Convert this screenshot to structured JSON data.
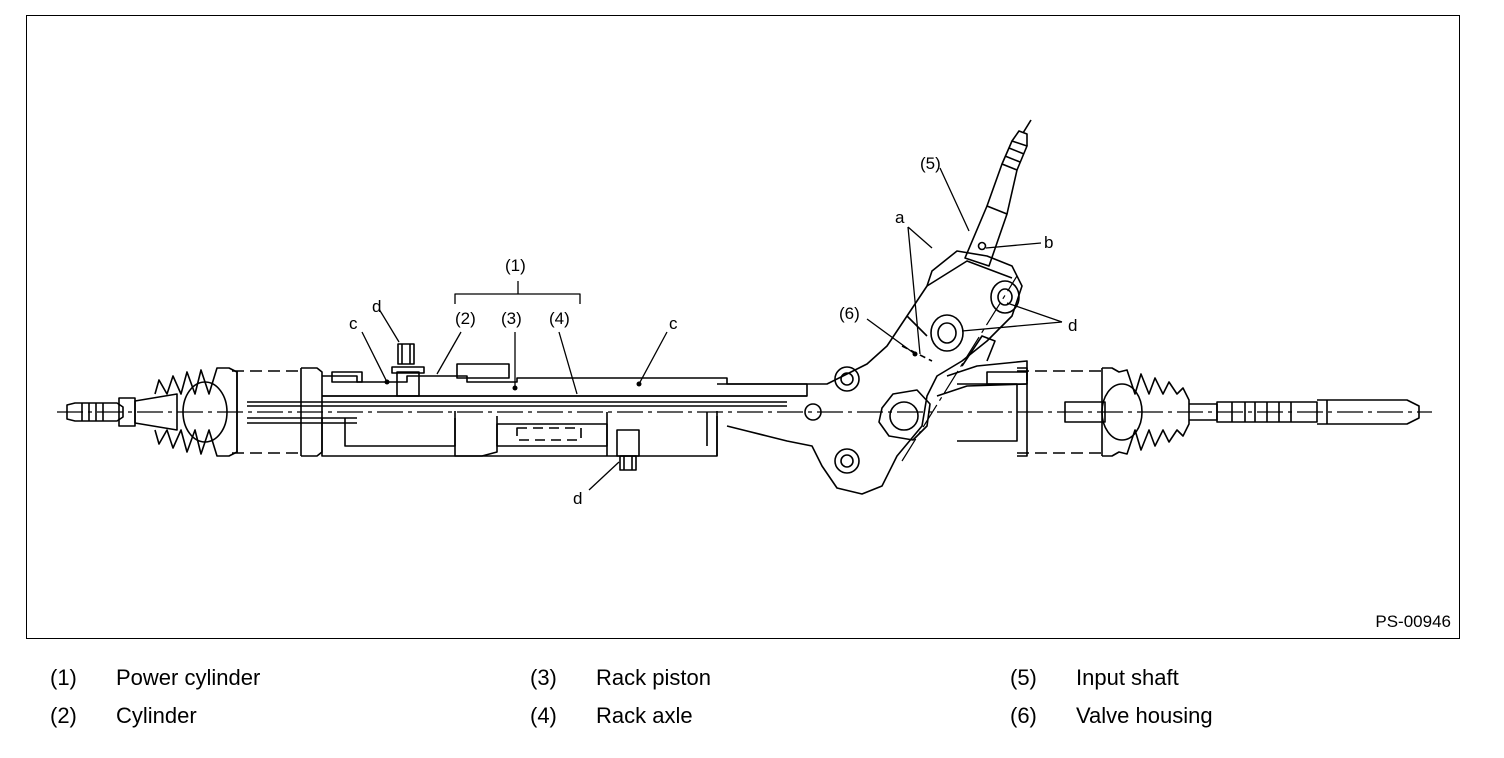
{
  "figure": {
    "id": "PS-00946",
    "callouts": {
      "c1": "(1)",
      "c2": "(2)",
      "c3": "(3)",
      "c4": "(4)",
      "c5": "(5)",
      "c6": "(6)",
      "a": "a",
      "b": "b",
      "c_left": "c",
      "c_right": "c",
      "d_top": "d",
      "d_bottom": "d",
      "d_right": "d"
    }
  },
  "legend": [
    {
      "num": "(1)",
      "label": "Power cylinder"
    },
    {
      "num": "(2)",
      "label": "Cylinder"
    },
    {
      "num": "(3)",
      "label": "Rack piston"
    },
    {
      "num": "(4)",
      "label": "Rack axle"
    },
    {
      "num": "(5)",
      "label": "Input shaft"
    },
    {
      "num": "(6)",
      "label": "Valve housing"
    }
  ]
}
